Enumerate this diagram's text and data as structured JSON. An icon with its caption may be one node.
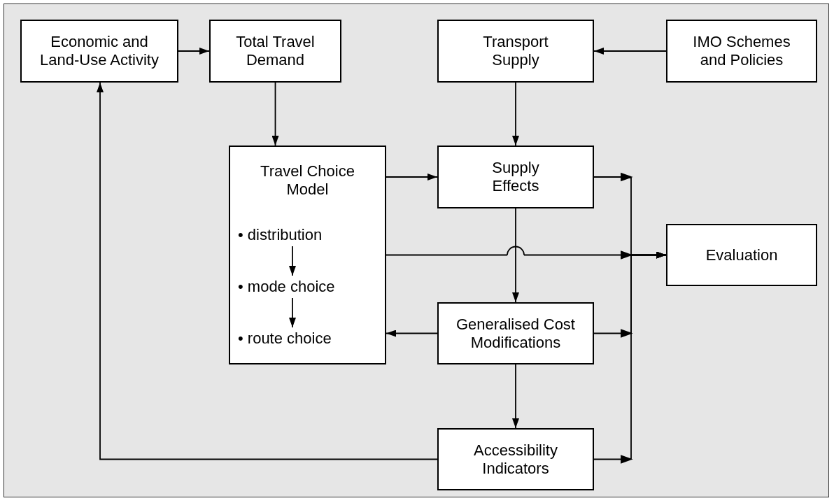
{
  "diagram": {
    "nodes": [
      {
        "text": [
          "Economic and Land-Use Activity"
        ]
      },
      {
        "text": [
          "Total Travel Demand"
        ]
      },
      {
        "text": [
          "Transport Supply"
        ]
      },
      {
        "text": [
          "IMO Schemes and Policies"
        ]
      },
      {
        "text": [
          "Travel Choice Model"
        ]
      },
      {
        "text": [
          "• distribution"
        ],
        "in": 4
      },
      {
        "text": [
          "• mode choice"
        ],
        "in": 4
      },
      {
        "text": [
          "• route choice"
        ],
        "in": 4
      },
      {
        "text": [
          "Supply Effects"
        ]
      },
      {
        "text": [
          "Evaluation"
        ]
      },
      {
        "text": [
          "Generalised Cost Modifications"
        ]
      },
      {
        "text": [
          "Accessibility Indicators"
        ]
      }
    ],
    "edges": [
      {
        "from": 0,
        "to": 1,
        "arrow": "to"
      },
      {
        "from": 3,
        "to": 2,
        "arrow": "to"
      },
      {
        "from": 1,
        "to": 4,
        "arrow": "to"
      },
      {
        "from": 2,
        "to": 8,
        "arrow": "to"
      },
      {
        "from": 4,
        "to": 8,
        "arrow": "to"
      },
      {
        "from": 5,
        "to": 6,
        "arrow": "to"
      },
      {
        "from": 6,
        "to": 7,
        "arrow": "to"
      },
      {
        "from": 8,
        "to": 10,
        "arrow": "to"
      },
      {
        "from": 10,
        "to": 4,
        "arrow": "to"
      },
      {
        "from": 10,
        "to": 11,
        "arrow": "to"
      },
      {
        "from": 11,
        "to": 0,
        "arrow": "to"
      },
      {
        "from": 8,
        "to": 9,
        "arrow": "to"
      },
      {
        "from": 4,
        "to": 9,
        "arrow": "to"
      },
      {
        "from": 10,
        "to": 9,
        "arrow": "to"
      },
      {
        "from": 11,
        "to": 9,
        "arrow": "to"
      }
    ]
  }
}
